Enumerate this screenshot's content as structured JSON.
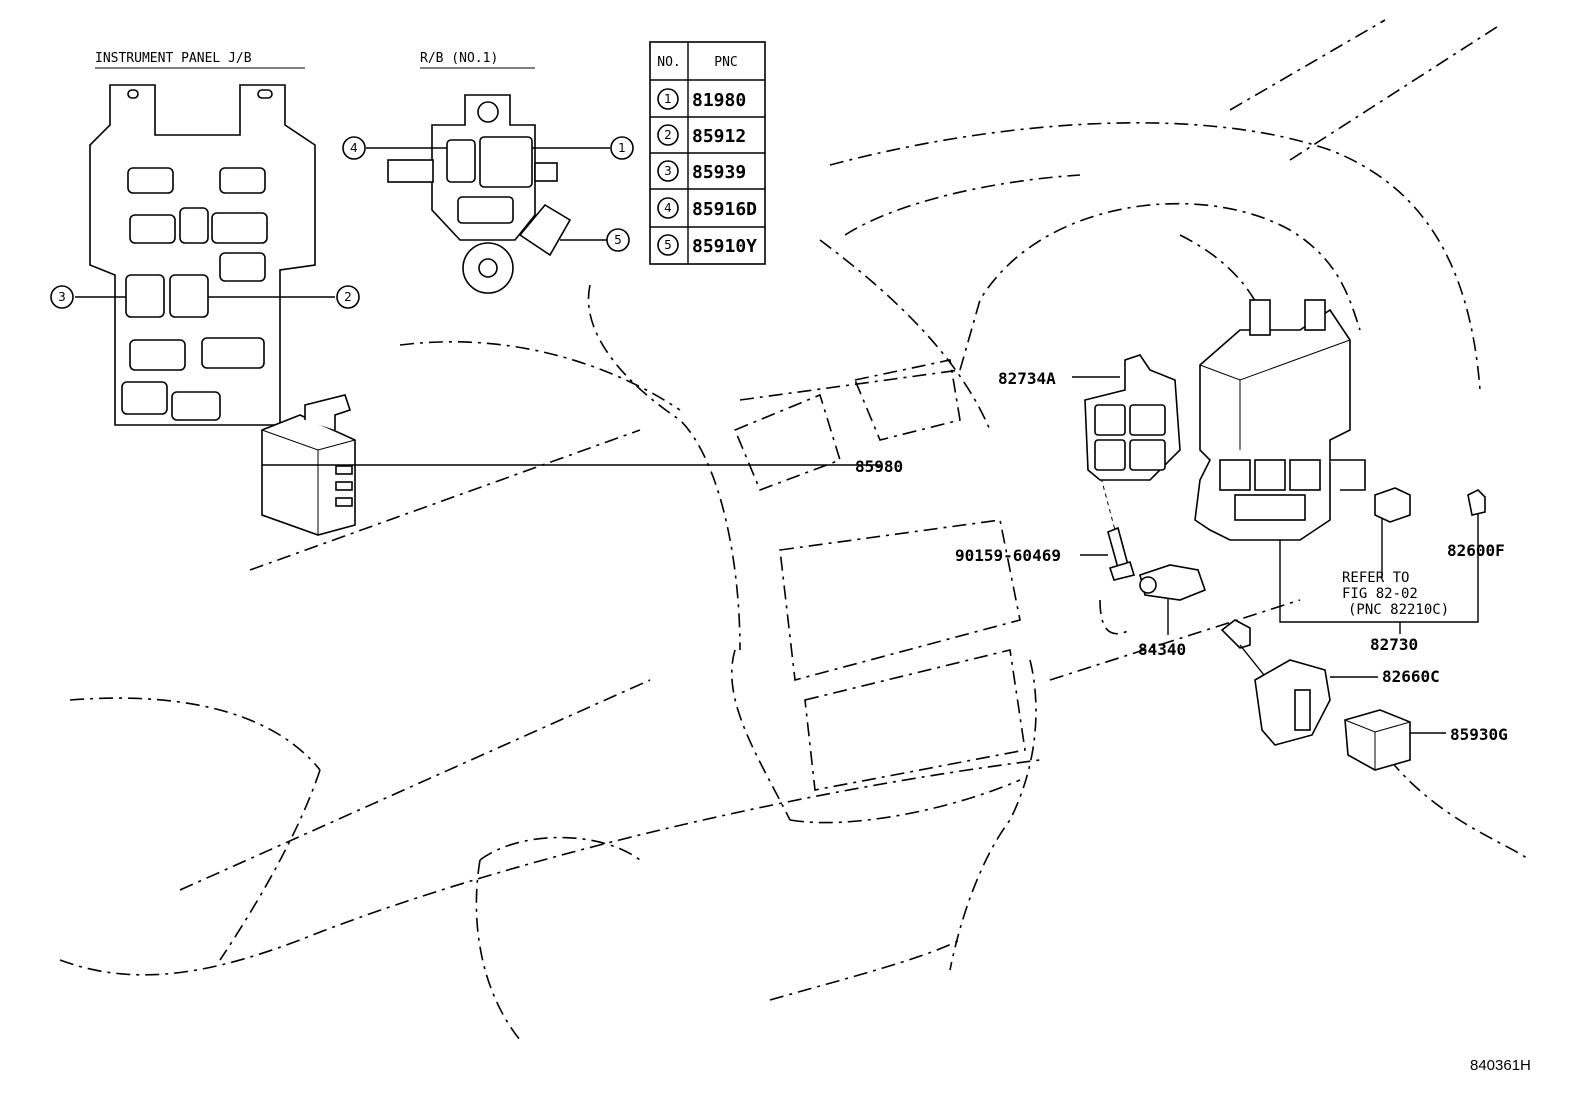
{
  "headings": {
    "instrument_panel_jb": "INSTRUMENT PANEL J/B",
    "rb_no1": "R/B (NO.1)"
  },
  "table": {
    "headers": [
      "NO.",
      "PNC"
    ],
    "rows": [
      {
        "no": "1",
        "pnc": "81980"
      },
      {
        "no": "2",
        "pnc": "85912"
      },
      {
        "no": "3",
        "pnc": "85939"
      },
      {
        "no": "4",
        "pnc": "85916D"
      },
      {
        "no": "5",
        "pnc": "85910Y"
      }
    ]
  },
  "callouts": {
    "jb_left": "3",
    "jb_right": "2",
    "rb_left": "4",
    "rb_right_top": "1",
    "rb_right_bottom": "5"
  },
  "parts": {
    "p82734A": "82734A",
    "p85980": "85980",
    "p90159": "90159-60469",
    "p84340": "84340",
    "p82600F": "82600F",
    "p82730": "82730",
    "p82660C": "82660C",
    "p85930G": "85930G"
  },
  "refer_note": [
    "REFER TO",
    "FIG 82-02",
    "(PNC 82210C)"
  ],
  "figure_id": "840361H"
}
